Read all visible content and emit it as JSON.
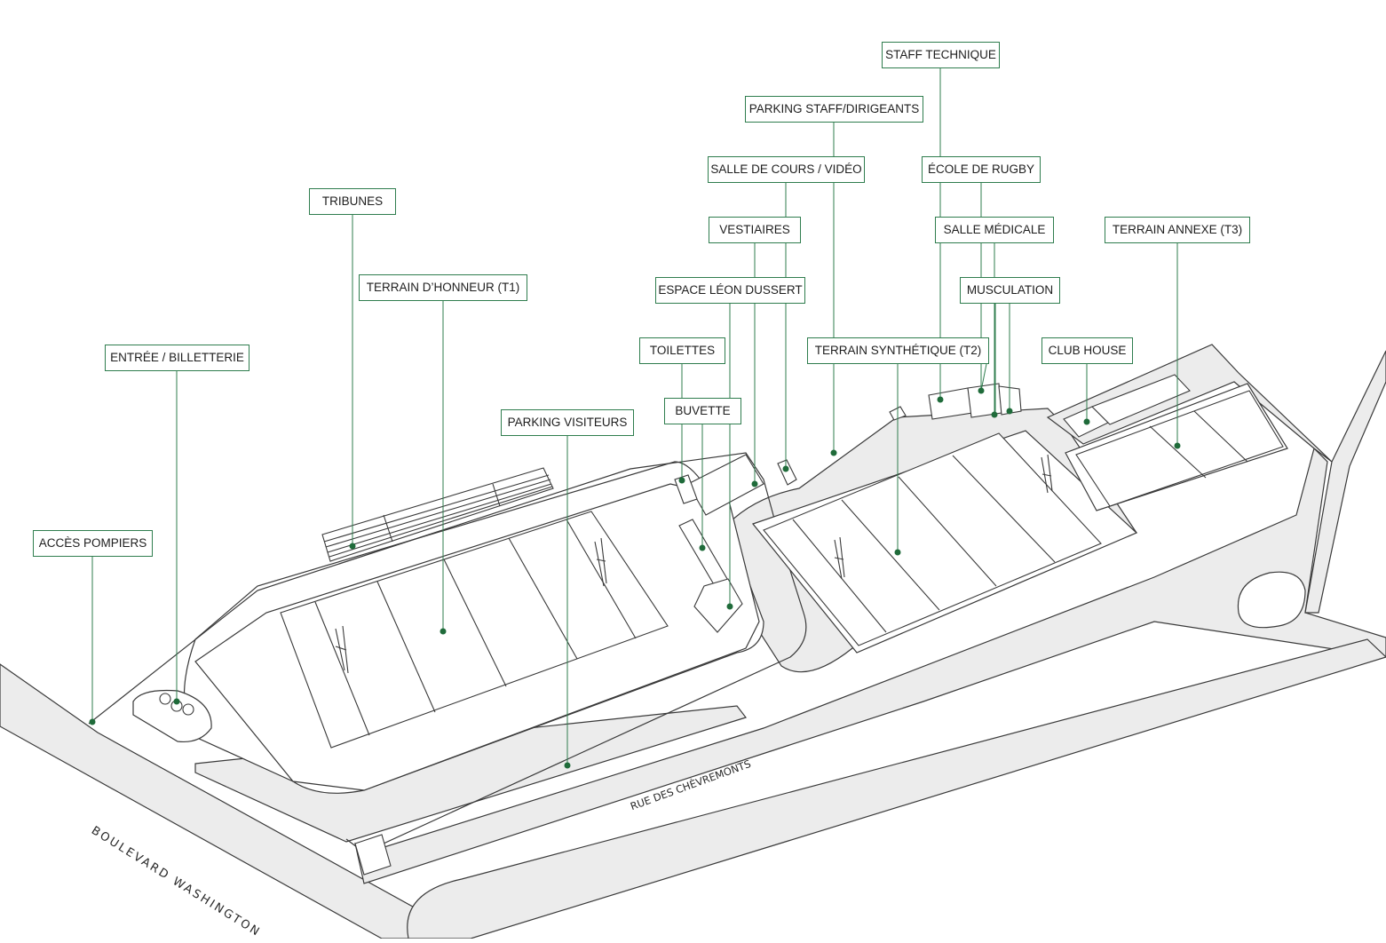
{
  "colors": {
    "line": "#2f7d4e",
    "marker": "#1f6b3a",
    "outline": "#3a3a3a",
    "road_fill": "#ececec"
  },
  "labels": {
    "staff_technique": "STAFF TECHNIQUE",
    "parking_staff": "PARKING STAFF/DIRIGEANTS",
    "salle_cours": "SALLE DE COURS / VIDÉO",
    "ecole_rugby": "ÉCOLE DE RUGBY",
    "tribunes": "TRIBUNES",
    "vestiaires": "VESTIAIRES",
    "salle_medicale": "SALLE MÉDICALE",
    "terrain_annexe": "TERRAIN ANNEXE (T3)",
    "terrain_honneur": "TERRAIN D’HONNEUR (T1)",
    "espace_leon": "ESPACE LÉON DUSSERT",
    "musculation": "MUSCULATION",
    "entree": "ENTRÉE / BILLETTERIE",
    "toilettes": "TOILETTES",
    "terrain_synthetique": "TERRAIN SYNTHÉTIQUE (T2)",
    "club_house": "CLUB HOUSE",
    "buvette": "BUVETTE",
    "parking_visiteurs": "PARKING VISITEURS",
    "acces_pompiers": "ACCÈS POMPIERS"
  },
  "streets": {
    "boulevard": "BOULEVARD WASHINGTON",
    "rue": "RUE DES CHÈVREMONTS"
  }
}
